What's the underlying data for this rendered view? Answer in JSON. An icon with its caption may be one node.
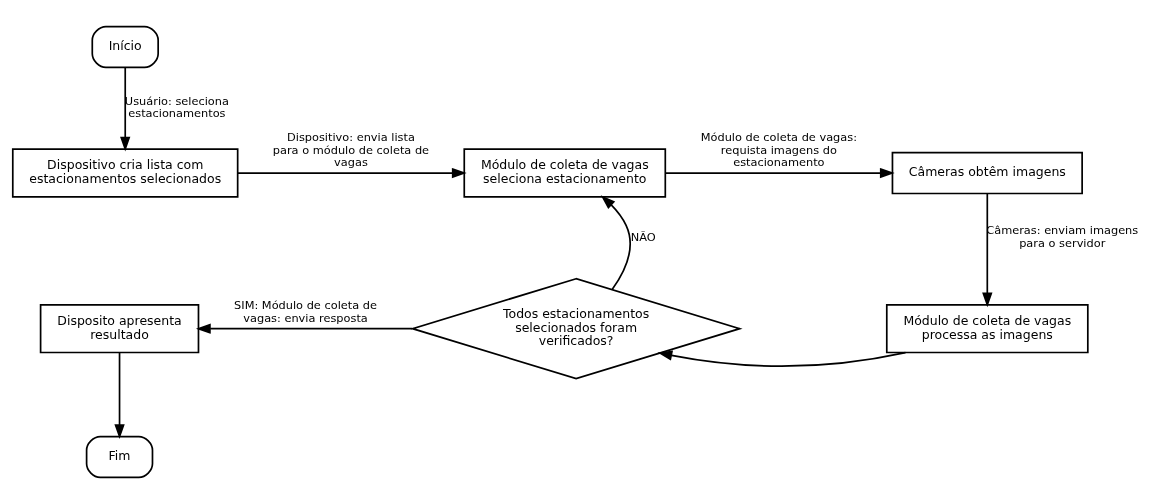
{
  "diagram": {
    "nodes": [
      {
        "text": [
          "Início"
        ]
      },
      {
        "text": [
          "Dispositivo cria lista com estacionamentos selecionados"
        ]
      },
      {
        "text": [
          "Módulo de coleta de vagas seleciona estacionamento"
        ]
      },
      {
        "text": [
          "Câmeras obtêm imagens"
        ]
      },
      {
        "text": [
          "Módulo de coleta de vagas processa as imagens"
        ]
      },
      {
        "text": [
          "Todos estacionamentos selecionados foram verificados?"
        ]
      },
      {
        "text": [
          "Disposito apresenta resultado"
        ]
      },
      {
        "text": [
          "Fim"
        ]
      }
    ],
    "edges": [
      {
        "from": 0,
        "to": 1,
        "arrow": "to",
        "label": "Usuário: seleciona estacionamentos"
      },
      {
        "from": 1,
        "to": 2,
        "arrow": "to",
        "label": "Dispositivo: envia lista para o módulo de coleta de vagas"
      },
      {
        "from": 2,
        "to": 3,
        "arrow": "to",
        "label": "Módulo de coleta de vagas: requista imagens do estacionamento"
      },
      {
        "from": 3,
        "to": 4,
        "arrow": "to",
        "label": "Câmeras: enviam imagens para o servidor"
      },
      {
        "from": 4,
        "to": 5,
        "arrow": "to"
      },
      {
        "from": 5,
        "to": 2,
        "arrow": "to",
        "label": "NÃO"
      },
      {
        "from": 5,
        "to": 6,
        "arrow": "to",
        "label": "SIM: Módulo de coleta de vagas: envia resposta"
      },
      {
        "from": 6,
        "to": 7,
        "arrow": "to"
      }
    ]
  }
}
